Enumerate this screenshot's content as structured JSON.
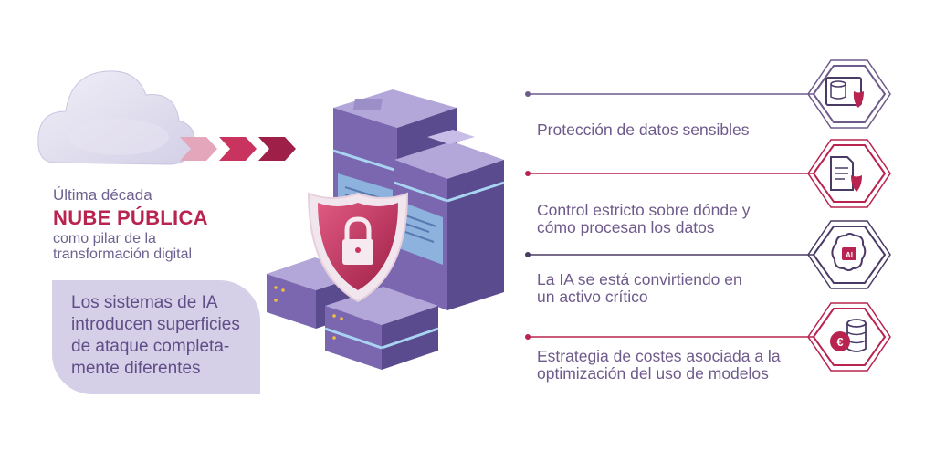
{
  "left": {
    "subtitle": "Última década",
    "title": "NUBE PÚBLICA",
    "description_line1": "como pilar de la",
    "description_line2": "transformación digital",
    "callout_lines": [
      "Los sistemas de IA",
      "introducen superficies",
      "de ataque completa-",
      "mente diferentes"
    ]
  },
  "items": [
    {
      "lines": [
        "Protección de datos sensibles"
      ],
      "icon": "database-shield-icon",
      "color": "#6e5a8b"
    },
    {
      "lines": [
        "Control estricto sobre dónde y",
        "cómo  procesan los datos"
      ],
      "icon": "document-shield-icon",
      "color": "#b8234f"
    },
    {
      "lines": [
        "La IA se está convirtiendo en",
        "un activo crítico"
      ],
      "icon": "ai-brain-icon",
      "color": "#4a3a66"
    },
    {
      "lines": [
        "Estrategia de costes asociada a la",
        "optimización del uso de modelos"
      ],
      "icon": "euro-coins-icon",
      "color": "#b8234f"
    }
  ],
  "illustration": {
    "icons": [
      "cloud-icon",
      "arrow-chevrons-icon",
      "server-rack-icon",
      "padlock-shield-icon"
    ]
  },
  "colors": {
    "purple": "#7a67b0",
    "crimson": "#b8234f",
    "lavender": "#d6cfe8",
    "pink": "#d24d74"
  }
}
